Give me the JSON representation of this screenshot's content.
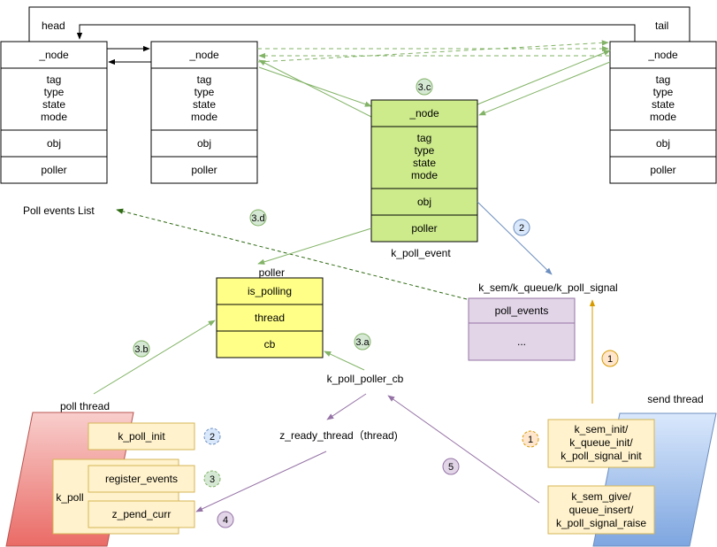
{
  "list": {
    "head": "head",
    "tail": "tail",
    "title": "Poll events List"
  },
  "node_rows": {
    "node": "_node",
    "fields": [
      "tag",
      "type",
      "state",
      "mode"
    ],
    "obj": "obj",
    "poller": "poller"
  },
  "event_label": "k_poll_event",
  "poller": {
    "title": "_poller",
    "rows": [
      "is_polling",
      "thread",
      "cb"
    ]
  },
  "kobj": {
    "title": "k_sem/k_queue/k_poll_signal",
    "rows": [
      "poll_events",
      "..."
    ]
  },
  "callback": "k_poll_poller_cb",
  "ready": "z_ready_thread（thread)",
  "poll_thread": {
    "title": "poll thread",
    "init": "k_poll_init",
    "k_poll": "k_poll",
    "register": "register_events",
    "pend": "z_pend_curr"
  },
  "send_thread": {
    "title": "send thread",
    "init_lines": [
      "k_sem_init/",
      "k_queue_init/",
      "k_poll_signal_init"
    ],
    "give_lines": [
      "k_sem_give/",
      "queue_insert/",
      "k_poll_signal_raise"
    ]
  },
  "steps": {
    "s3c": "3.c",
    "s3d": "3.d",
    "s3b": "3.b",
    "s3a": "3.a",
    "s2_blue": "2",
    "s1_orange": "1",
    "s5": "5",
    "s4": "4",
    "s2_dashed": "2",
    "s3_dashed": "3",
    "s1_dashed": "1"
  },
  "colors": {
    "green_line": "#82b366",
    "dark_green": "#2d6a12",
    "blue_line": "#6c8ebf",
    "purple_line": "#9673a6",
    "orange_line": "#d79b00",
    "event_fill": "#cdeb8b",
    "poller_fill": "#ffff88",
    "kobj_fill": "#e1d5e7",
    "note_fill": "#fff2cc"
  }
}
